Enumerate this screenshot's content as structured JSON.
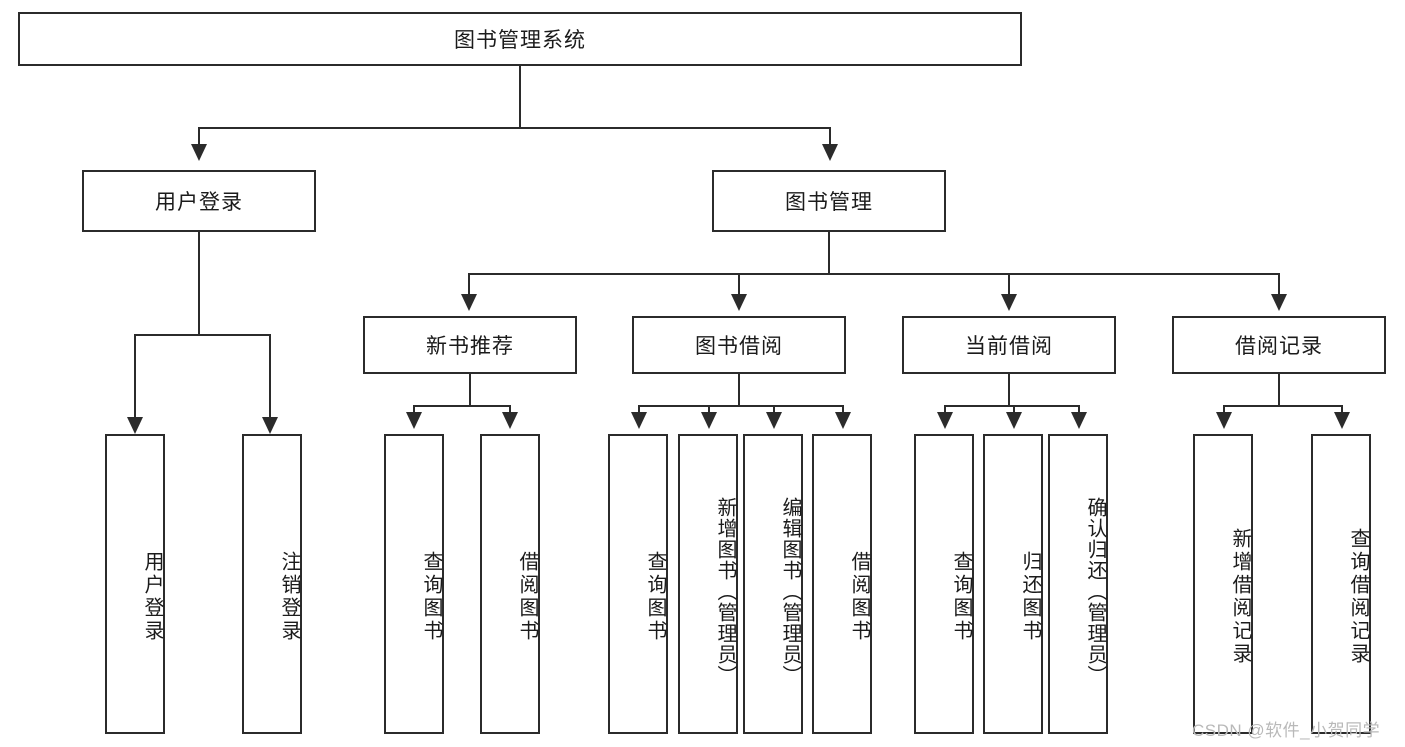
{
  "diagram": {
    "type": "tree",
    "title": "图书管理系统",
    "root": {
      "id": "root",
      "label": "图书管理系统"
    },
    "level2": [
      {
        "id": "user-login",
        "label": "用户登录"
      },
      {
        "id": "book-manage",
        "label": "图书管理"
      }
    ],
    "level3": [
      {
        "id": "new-book-recommend",
        "label": "新书推荐",
        "parent": "book-manage"
      },
      {
        "id": "book-borrow",
        "label": "图书借阅",
        "parent": "book-manage"
      },
      {
        "id": "current-borrow",
        "label": "当前借阅",
        "parent": "book-manage"
      },
      {
        "id": "borrow-record",
        "label": "借阅记录",
        "parent": "book-manage"
      }
    ],
    "leaves": [
      {
        "id": "leaf-user-login",
        "label": "用户登录",
        "parent": "user-login"
      },
      {
        "id": "leaf-logout",
        "label": "注销登录",
        "parent": "user-login"
      },
      {
        "id": "leaf-query-book-1",
        "label": "查询图书",
        "parent": "new-book-recommend"
      },
      {
        "id": "leaf-borrow-book-1",
        "label": "借阅图书",
        "parent": "new-book-recommend"
      },
      {
        "id": "leaf-query-book-2",
        "label": "查询图书",
        "parent": "book-borrow"
      },
      {
        "id": "leaf-add-book",
        "label": "新增图书（管理员）",
        "parent": "book-borrow"
      },
      {
        "id": "leaf-edit-book",
        "label": "编辑图书（管理员）",
        "parent": "book-borrow"
      },
      {
        "id": "leaf-borrow-book-2",
        "label": "借阅图书",
        "parent": "book-borrow"
      },
      {
        "id": "leaf-query-book-3",
        "label": "查询图书",
        "parent": "current-borrow"
      },
      {
        "id": "leaf-return-book",
        "label": "归还图书",
        "parent": "current-borrow"
      },
      {
        "id": "leaf-confirm-return",
        "label": "确认归还（管理员）",
        "parent": "current-borrow"
      },
      {
        "id": "leaf-add-record",
        "label": "新增借阅记录",
        "parent": "borrow-record"
      },
      {
        "id": "leaf-query-record",
        "label": "查询借阅记录",
        "parent": "borrow-record"
      }
    ]
  },
  "watermark": {
    "text": "CSDN @软件_小贺同学"
  },
  "colors": {
    "stroke": "#2b2b2b",
    "fill": "#ffffff",
    "text": "#1b1b1b",
    "watermark": "#b9b9b9"
  }
}
